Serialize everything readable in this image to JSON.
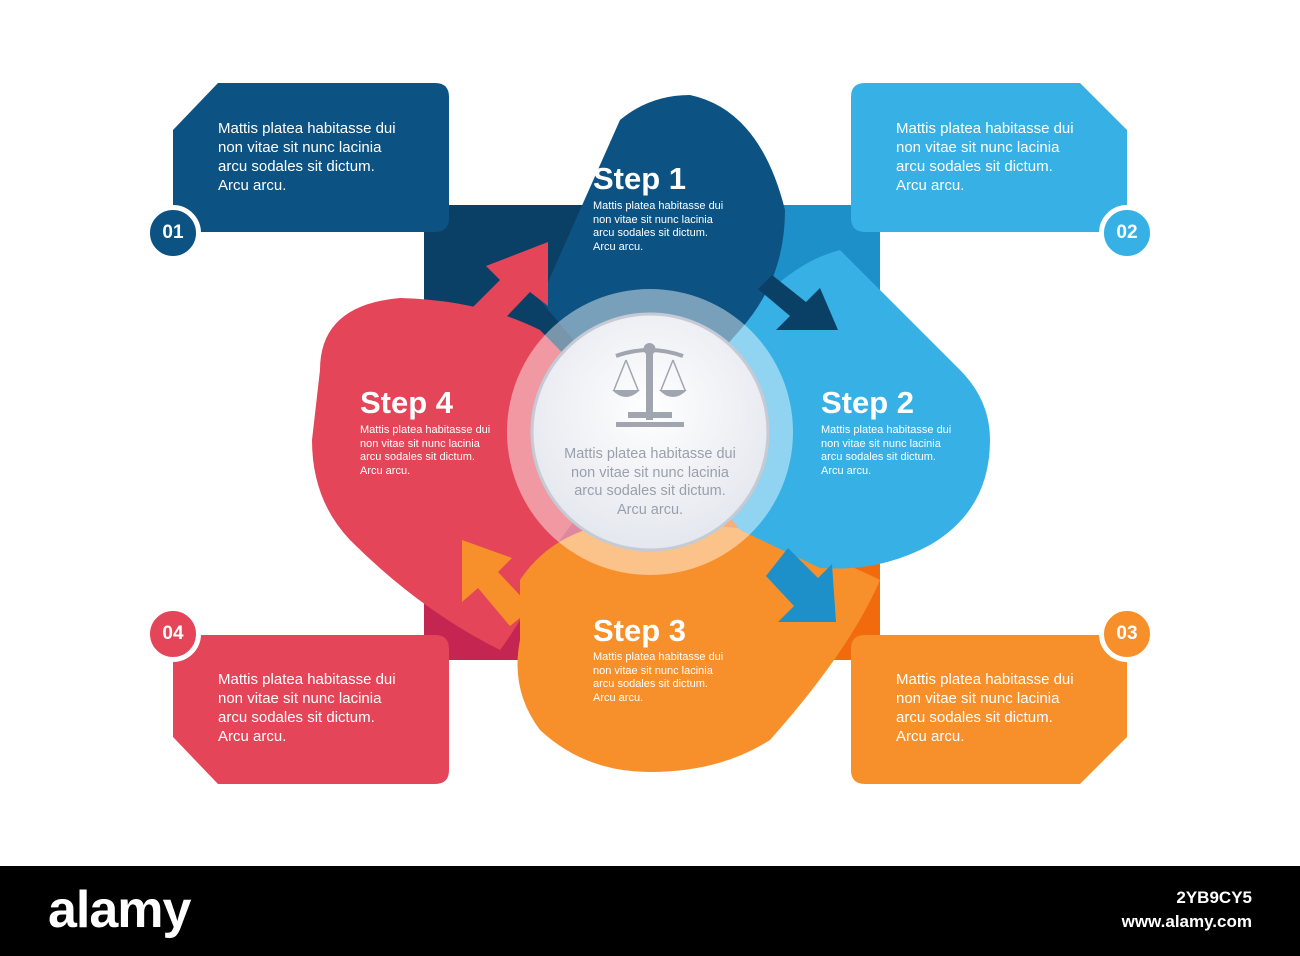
{
  "colors": {
    "step1": "#0c5383",
    "step1_dark": "#0a3f66",
    "step2": "#37b1e5",
    "step2_dark": "#1d8fc9",
    "step3": "#f7902b",
    "step3_dark": "#f26a0e",
    "step4": "#e44558",
    "step4_dark": "#c42651",
    "center_text": "#9aa0ab"
  },
  "center": {
    "icon": "scales-of-justice-icon",
    "text": "Mattis platea habitasse dui\nnon vitae sit nunc lacinia\narcu sodales sit dictum.\nArcu arcu."
  },
  "steps": [
    {
      "title": "Step 1",
      "text": "Mattis platea habitasse dui\nnon vitae sit nunc lacinia\narcu sodales sit dictum.\nArcu arcu."
    },
    {
      "title": "Step 2",
      "text": "Mattis platea habitasse dui\nnon vitae sit nunc lacinia\narcu sodales sit dictum.\nArcu arcu."
    },
    {
      "title": "Step 3",
      "text": "Mattis platea habitasse dui\nnon vitae sit nunc lacinia\narcu sodales sit dictum.\nArcu arcu."
    },
    {
      "title": "Step 4",
      "text": "Mattis platea habitasse dui\nnon vitae sit nunc lacinia\narcu sodales sit dictum.\nArcu arcu."
    }
  ],
  "boxes": [
    {
      "number": "01",
      "text": "Mattis platea habitasse dui\nnon vitae sit nunc lacinia\narcu sodales sit dictum.\nArcu arcu."
    },
    {
      "number": "02",
      "text": "Mattis platea habitasse dui\nnon vitae sit nunc lacinia\narcu sodales sit dictum.\nArcu arcu."
    },
    {
      "number": "03",
      "text": "Mattis platea habitasse dui\nnon vitae sit nunc lacinia\narcu sodales sit dictum.\nArcu arcu."
    },
    {
      "number": "04",
      "text": "Mattis platea habitasse dui\nnon vitae sit nunc lacinia\narcu sodales sit dictum.\nArcu arcu."
    }
  ],
  "footer": {
    "logo": "alamy",
    "image_id": "2YB9CY5",
    "url": "www.alamy.com"
  }
}
